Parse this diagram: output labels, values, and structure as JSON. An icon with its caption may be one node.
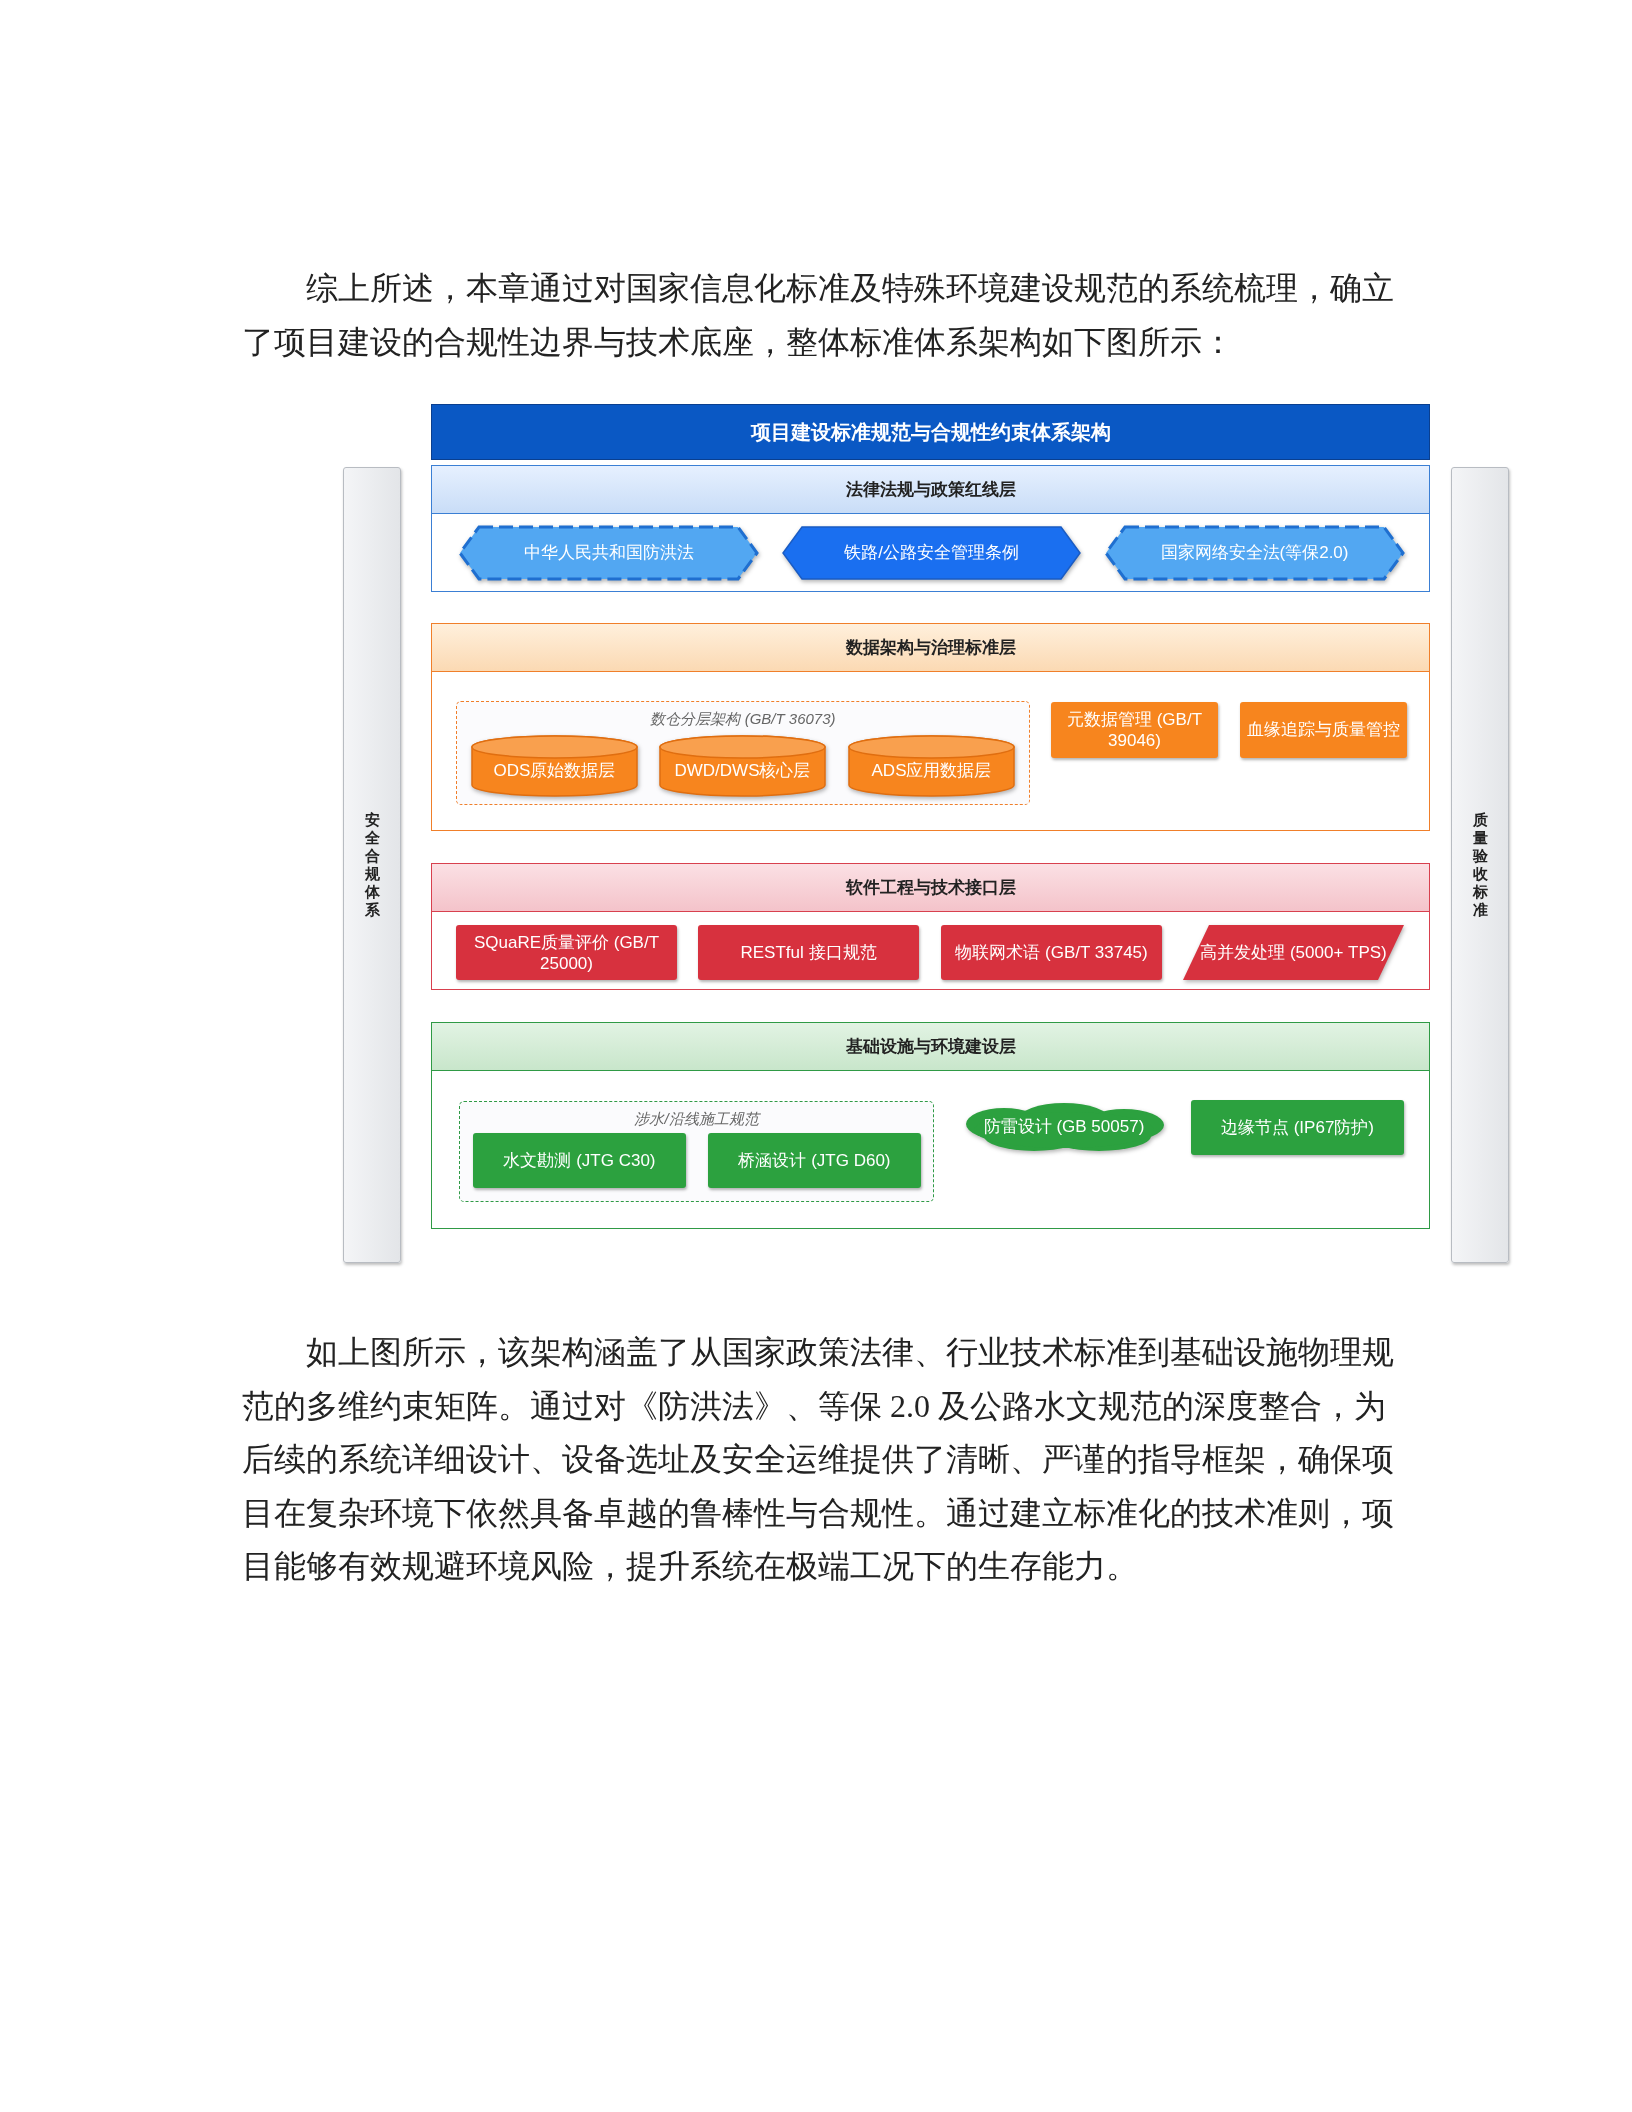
{
  "diagram": {
    "nodes": [
      {
        "text": [
          "项目建设标准规范与合规性约束体系架构"
        ]
      },
      {
        "text": [
          "安全合规体系"
        ]
      },
      {
        "text": [
          "法律法规与政策红线层"
        ]
      },
      {
        "text": [
          "中华人民共和国防洪法"
        ],
        "in": 2
      },
      {
        "text": [
          "铁路/公路安全管理条例"
        ],
        "in": 2
      },
      {
        "text": [
          "国家网络安全法(等保2.0)"
        ],
        "in": 2
      },
      {
        "text": [
          "数据架构与治理标准层"
        ]
      },
      {
        "text": [
          "数仓分层架构 (GB/T 36073)"
        ],
        "in": 6
      },
      {
        "text": [
          "ODS原始数据层"
        ],
        "in": 7
      },
      {
        "text": [
          "DWD/DWS核心层"
        ],
        "in": 7
      },
      {
        "text": [
          "ADS应用数据层"
        ],
        "in": 7
      },
      {
        "text": [
          "元数据管理 (GB/T 39046)"
        ],
        "in": 6
      },
      {
        "text": [
          "血缘追踪与质量管控"
        ],
        "in": 6
      },
      {
        "text": [
          "软件工程与技术接口层"
        ]
      },
      {
        "text": [
          "SQuaRE质量评价 (GB/T 25000)"
        ],
        "in": 13
      },
      {
        "text": [
          "RESTful 接口规范"
        ],
        "in": 13
      },
      {
        "text": [
          "物联网术语 (GB/T 33745)"
        ],
        "in": 13
      },
      {
        "text": [
          "高并发处理 (5000+ TPS)"
        ],
        "in": 13
      },
      {
        "text": [
          "基础设施与环境建设层"
        ]
      },
      {
        "text": [
          "涉水/沿线施工规范"
        ],
        "in": 18
      },
      {
        "text": [
          "水文勘测 (JTG C30)"
        ],
        "in": 19
      },
      {
        "text": [
          "桥涵设计 (JTG D60)"
        ],
        "in": 19
      },
      {
        "text": [
          "防雷设计 (GB 50057)"
        ],
        "in": 18
      },
      {
        "text": [
          "边缘节点 (IP67防护)"
        ],
        "in": 18
      },
      {
        "text": [
          "质量验收标准"
        ]
      }
    ],
    "labels": [
      "综上所述，本章通过对国家信息化标准及特殊环境建设规范的系统梳理，确立了项目建设的合规性边界与技术底座，整体标准体系架构如下图所示：",
      "如上图所示，该架构涵盖了从国家政策法律、行业技术标准到基础设施物理规范的多维约束矩阵。通过对《防洪法》、等保 2.0 及公路水文规范的深度整合，为后续的系统详细设计、设备选址及安全运维提供了清晰、严谨的指导框架，确保项目在复杂环境下依然具备卓越的鲁棒性与合规性。通过建立标准化的技术准则，项目能够有效规避环境风险，提升系统在极端工况下的生存能力。"
    ]
  }
}
